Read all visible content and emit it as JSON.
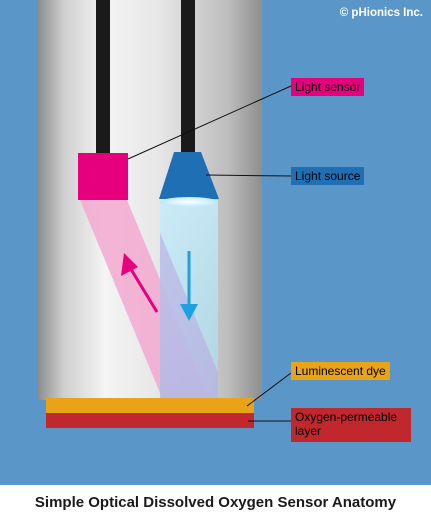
{
  "copyright": "© pHionics Inc.",
  "caption": "Simple Optical Dissolved Oxygen Sensor Anatomy",
  "labels": {
    "light_sensor": "Light sensor",
    "light_source": "Light source",
    "luminescent_dye": "Luminescent dye",
    "oxygen_permeable_line1": "Oxygen-permeable",
    "oxygen_permeable_line2": "layer"
  },
  "colors": {
    "background": "#5b96c9",
    "light_sensor": "#e6007e",
    "light_source": "#1f6fb5",
    "luminescent_dye": "#e8a317",
    "oxygen_permeable": "#c0282d",
    "probe_body": "#c9c9c9"
  }
}
